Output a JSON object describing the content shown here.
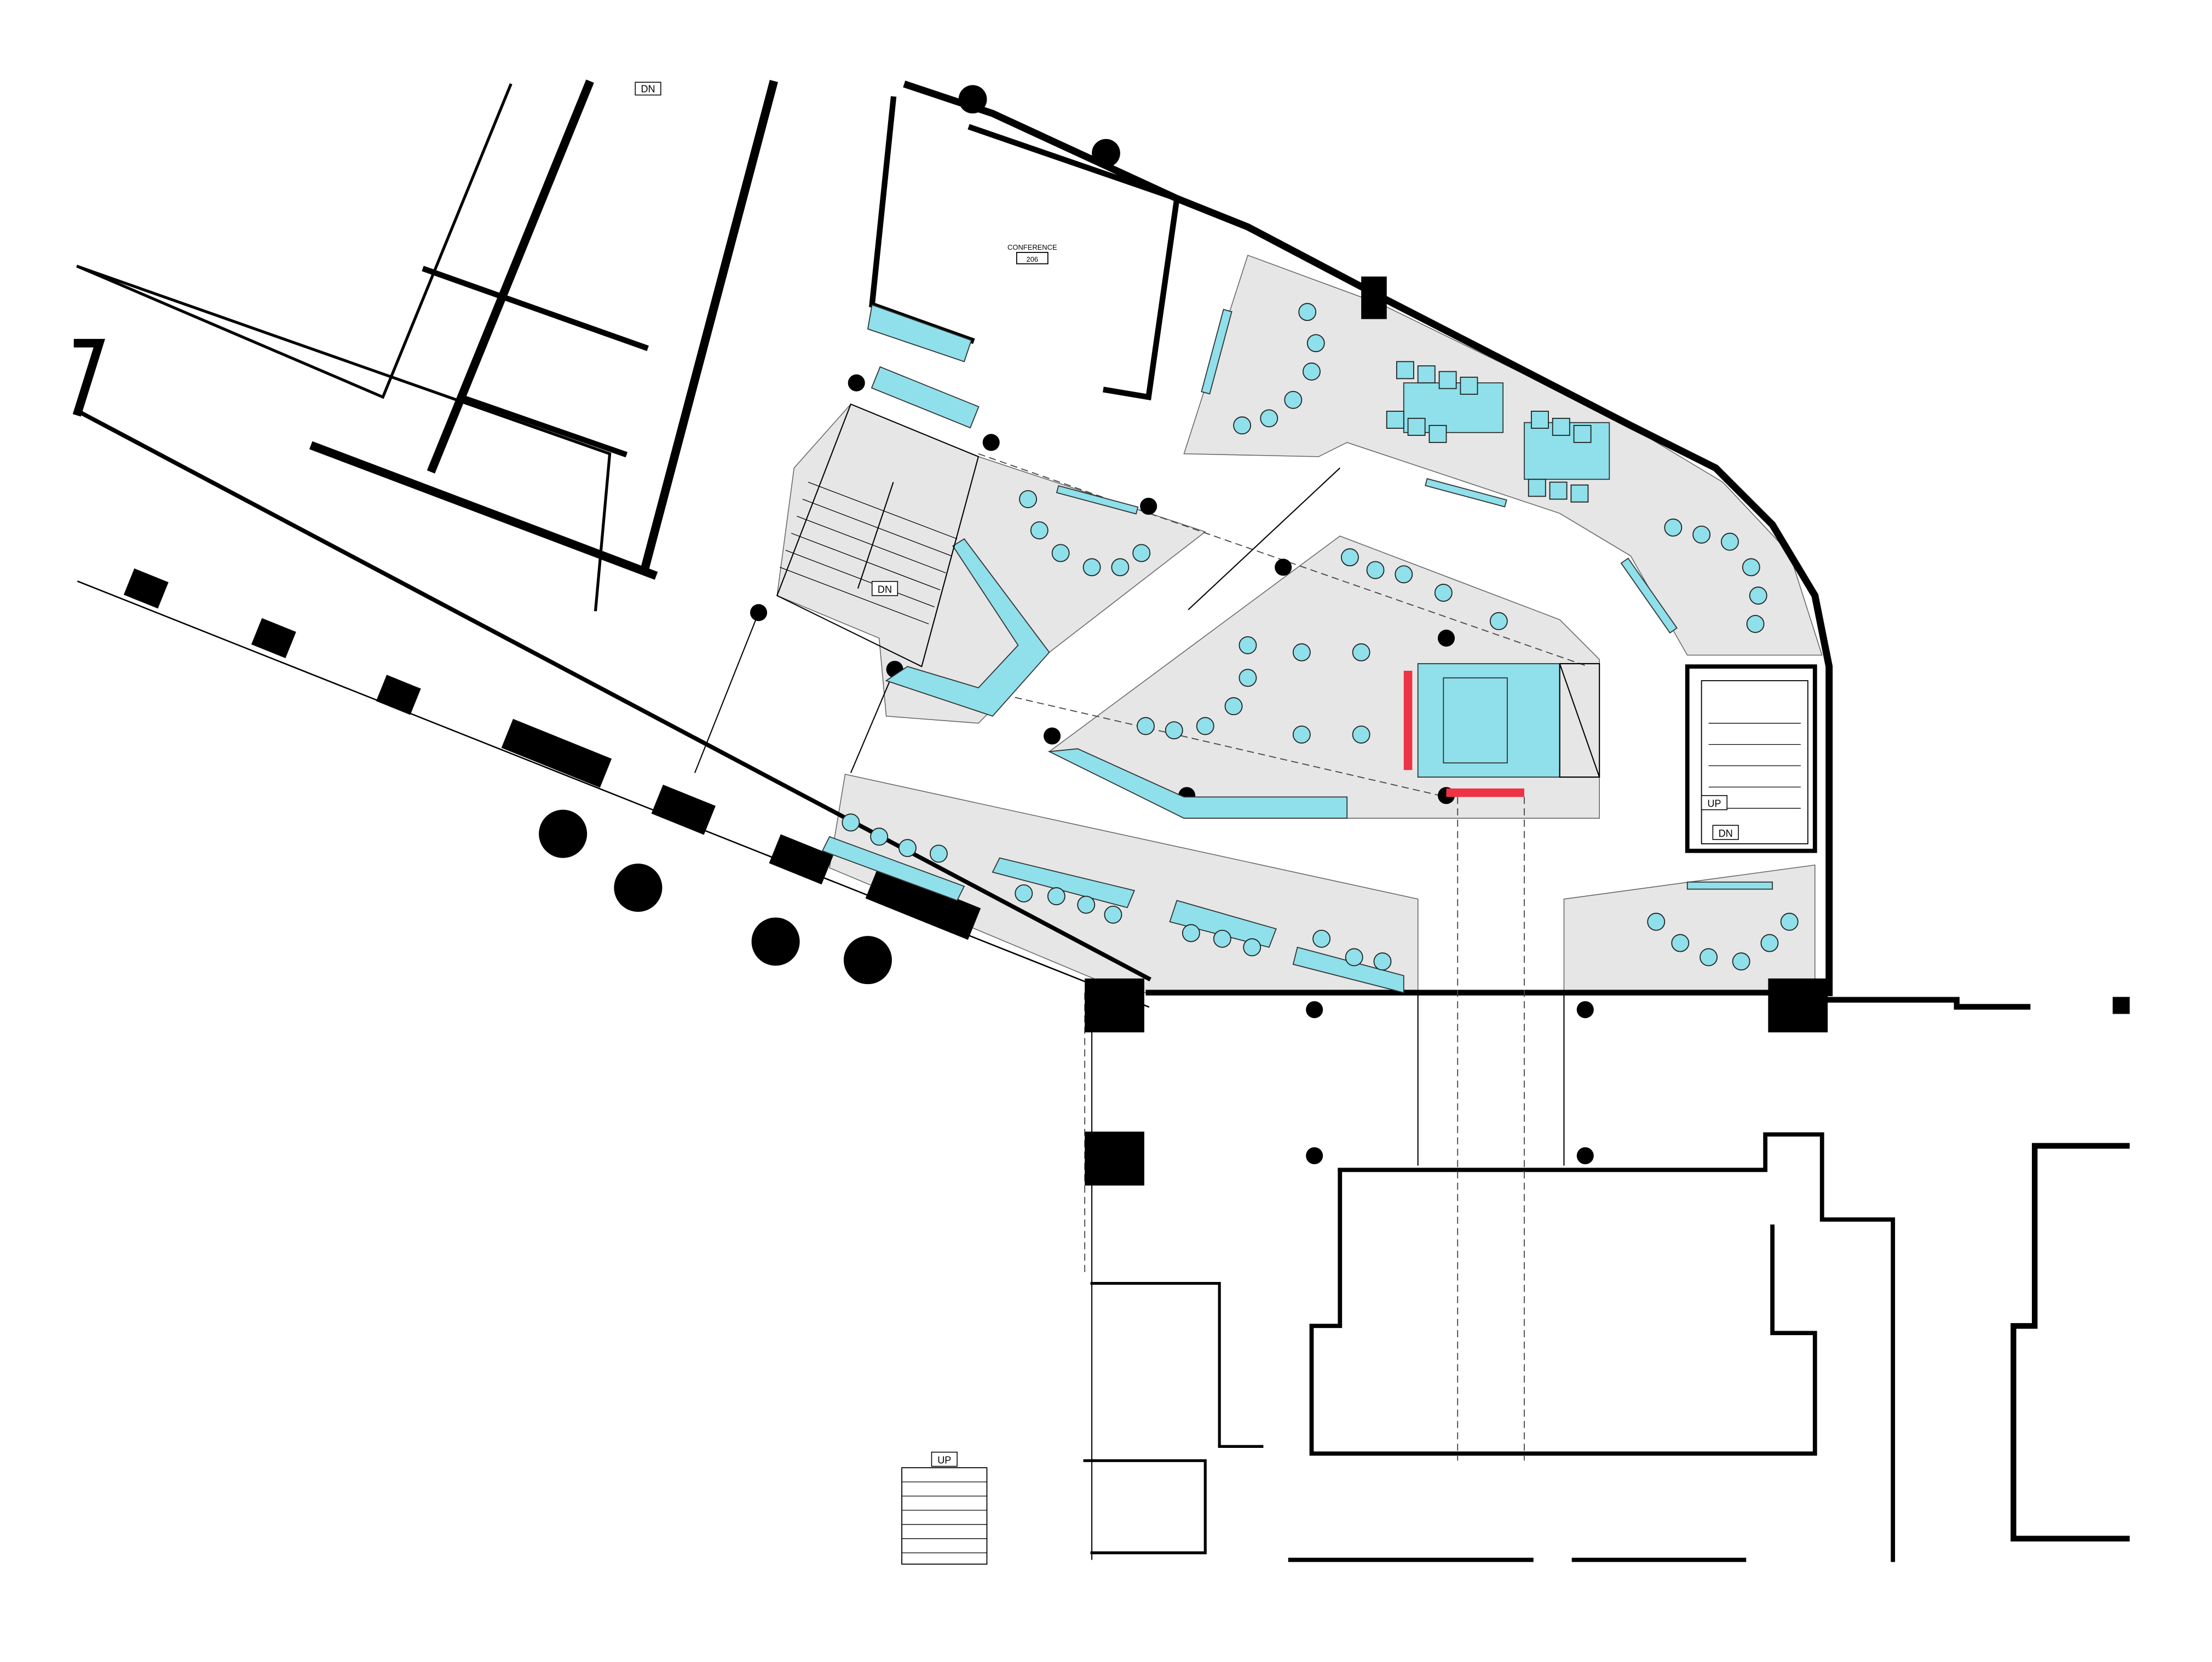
{
  "plan": {
    "rooms": [
      {
        "name": "CONFERENCE",
        "number": "206"
      }
    ],
    "stair_labels": {
      "top_dn": "DN",
      "center_dn": "DN",
      "right_up": "UP",
      "right_dn": "DN",
      "bottom_up": "UP"
    },
    "colors": {
      "furniture": "#8fe0ea",
      "zone": "#e6e6e6",
      "accent": "#ee3344",
      "wall": "#000000"
    }
  }
}
